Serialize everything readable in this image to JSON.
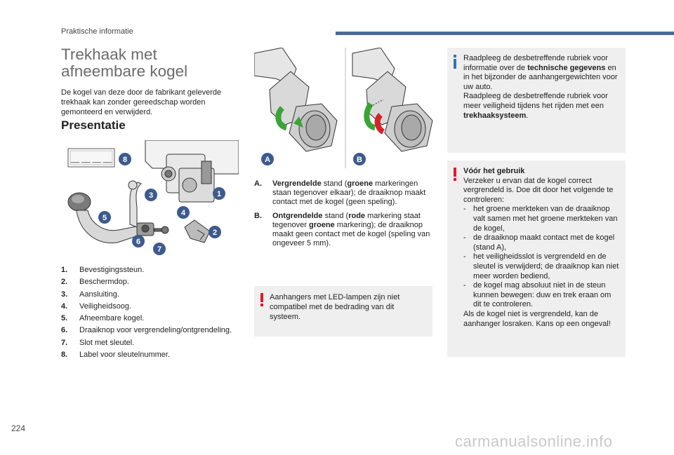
{
  "header": {
    "section": "Praktische informatie"
  },
  "page": {
    "number": "224"
  },
  "title": "Trekhaak met afneembare kogel",
  "intro": "De kogel van deze door de fabrikant geleverde trekhaak kan zonder gereedschap worden gemonteerd en verwijderd.",
  "section_title": "Presentatie",
  "figure1": {
    "callouts": [
      "1",
      "2",
      "3",
      "4",
      "5",
      "6",
      "7",
      "8"
    ],
    "label_placeholder": "__ __ __ __"
  },
  "legend": [
    {
      "num": "1.",
      "text": "Bevestigingssteun."
    },
    {
      "num": "2.",
      "text": "Beschermdop."
    },
    {
      "num": "3.",
      "text": "Aansluiting."
    },
    {
      "num": "4.",
      "text": "Veiligheidsoog."
    },
    {
      "num": "5.",
      "text": "Afneembare kogel."
    },
    {
      "num": "6.",
      "text": "Draaiknop voor vergrendeling/ontgrendeling."
    },
    {
      "num": "7.",
      "text": "Slot met sleutel."
    },
    {
      "num": "8.",
      "text": "Label voor sleutelnummer."
    }
  ],
  "figure2": {
    "label_a": "A",
    "label_b": "B"
  },
  "states": {
    "a": {
      "label": "A.",
      "strong": "Vergrendelde",
      "t1": " stand (",
      "color": "groene",
      "t2": " markeringen staan tegenover elkaar); de draaiknop maakt contact met de kogel (geen speling)."
    },
    "b": {
      "label": "B.",
      "strong": "Ontgrendelde",
      "t1": " stand (",
      "color": "rode",
      "t2": " markering staat tegenover ",
      "color2": "groene",
      "t3": " markering); de draaiknop maakt geen contact met de kogel (speling van ongeveer 5 mm)."
    }
  },
  "led_warning": "Aanhangers met LED-lampen zijn niet compatibel met de bedrading van dit systeem.",
  "info": {
    "p1a": "Raadpleeg de desbetreffende rubriek voor informatie over de ",
    "p1b": "technische gegevens",
    "p1c": " en in het bijzonder de aanhangergewichten voor uw auto.",
    "p2a": "Raadpleeg de desbetreffende rubriek voor meer veiligheid tijdens het rijden met een ",
    "p2b": "trekhaaksysteem",
    "p2c": "."
  },
  "before_use": {
    "title": "Vóór het gebruik",
    "intro": "Verzeker u ervan dat de kogel correct vergrendeld is. Doe dit door het volgende te controleren:",
    "items": [
      {
        "dash": "-",
        "text": "het groene merkteken van de draaiknop valt samen met het groene merkteken van de kogel,"
      },
      {
        "dash": "-",
        "text": "de draaiknop maakt contact met de kogel (stand A),"
      },
      {
        "dash": "-",
        "text": "het veiligheidsslot is vergrendeld en de sleutel is verwijderd; de draaiknop kan niet meer worden bediend,"
      },
      {
        "dash": "-",
        "text": "de kogel mag absoluut niet in de steun kunnen bewegen: duw en trek eraan om dit te controleren."
      }
    ],
    "outro": "Als de kogel niet is vergrendeld, kan de aanhanger losraken. Kans op een ongeval!"
  },
  "watermark": "carmanualsonline.info",
  "colors": {
    "accent": "#4b6a9c",
    "callout": "#3d5a8c",
    "warning": "#e0182d",
    "info": "#3a6fb5",
    "green": "#3aa535",
    "red": "#d8232a"
  }
}
